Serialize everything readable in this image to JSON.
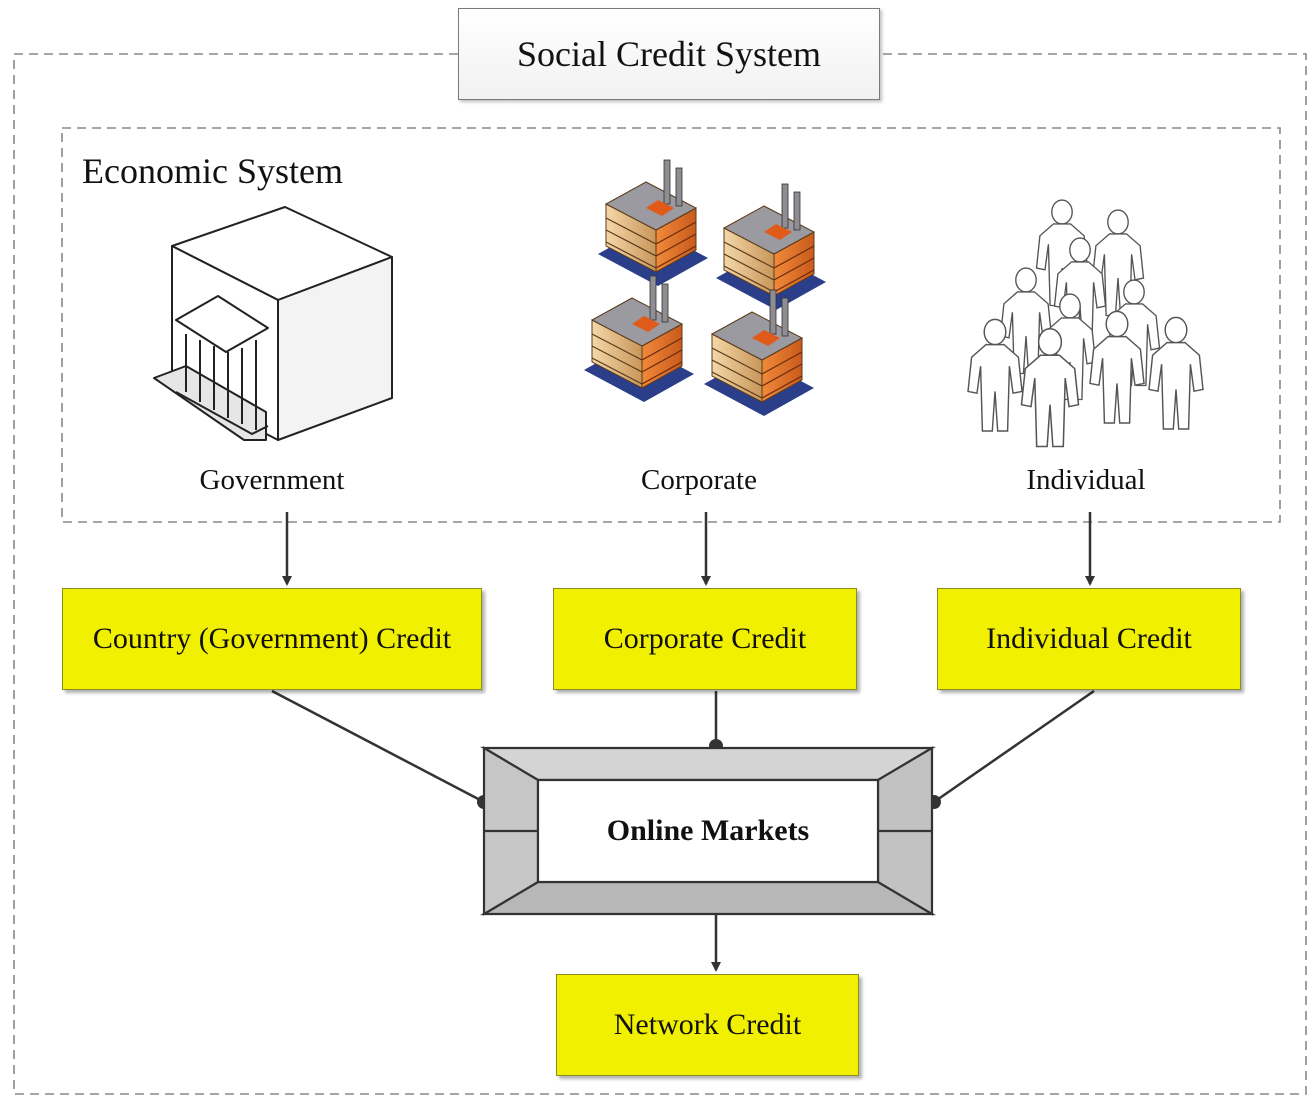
{
  "title": "Social Credit System",
  "economic_system": {
    "label": "Economic System",
    "entities": [
      {
        "label": "Government",
        "icon": "government-building-icon"
      },
      {
        "label": "Corporate",
        "icon": "factory-icon"
      },
      {
        "label": "Individual",
        "icon": "people-crowd-icon"
      }
    ]
  },
  "credits": [
    {
      "label": "Country (Government) Credit"
    },
    {
      "label": "Corporate Credit"
    },
    {
      "label": "Individual Credit"
    }
  ],
  "online_markets": {
    "label": "Online Markets"
  },
  "network_credit": {
    "label": "Network Credit"
  },
  "colors": {
    "credit_fill": "#f0f000",
    "market_frame": "#c8c8c8",
    "connector": "#333333",
    "dashed_border": "#888888"
  }
}
